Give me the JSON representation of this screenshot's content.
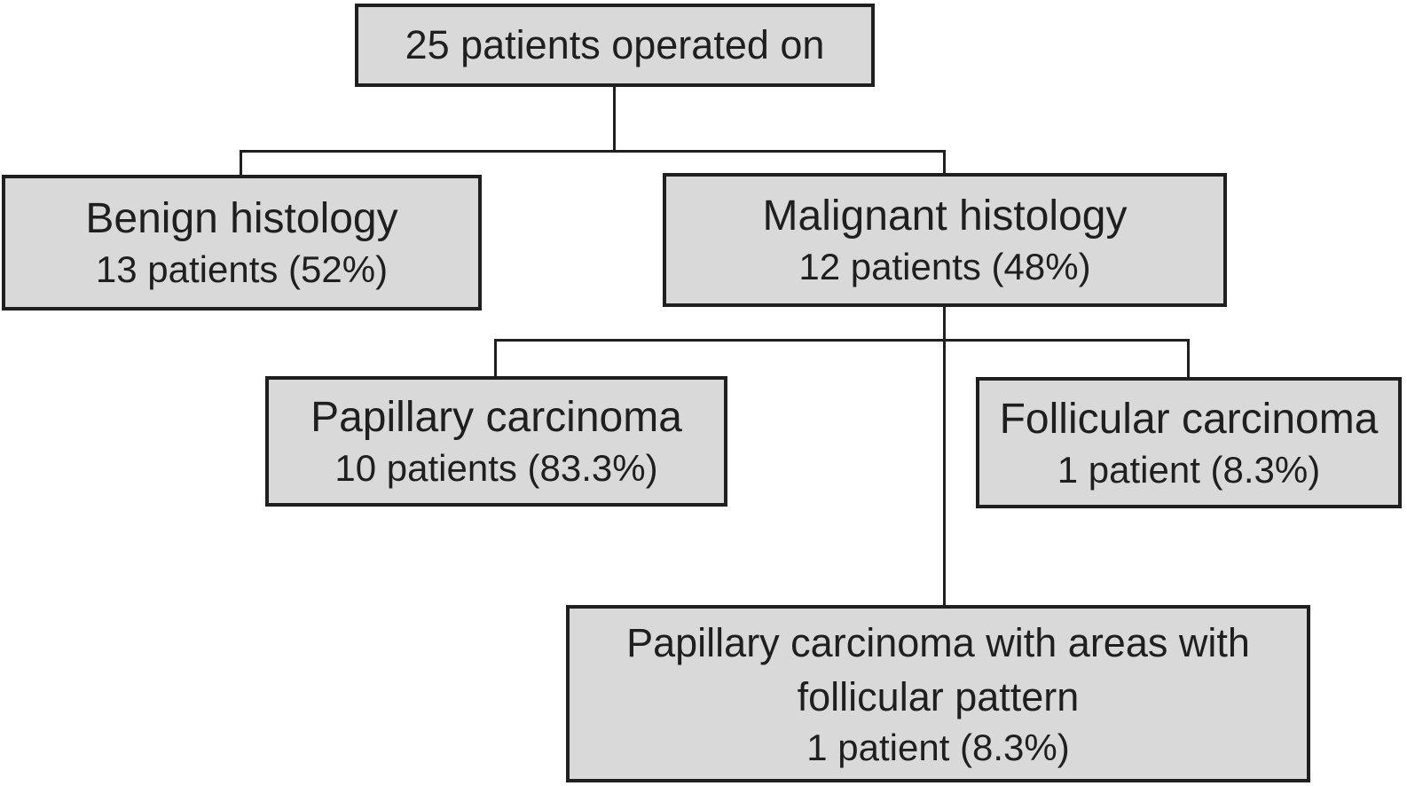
{
  "diagram": {
    "type": "flowchart",
    "colors": {
      "page_bg": "#ffffff",
      "box_fill": "#d9d9d9",
      "box_border": "#1f1f1f",
      "line": "#1f1f1f",
      "text": "#1f1f1f"
    },
    "nodes": {
      "root": {
        "title": "25 patients operated on"
      },
      "benign": {
        "title": "Benign histology",
        "detail": "13 patients (52%)"
      },
      "malignant": {
        "title": "Malignant histology",
        "detail": "12 patients (48%)"
      },
      "papillary": {
        "title": "Papillary carcinoma",
        "detail": "10 patients (83.3%)"
      },
      "follicular": {
        "title": "Follicular carcinoma",
        "detail": "1 patient (8.3%)"
      },
      "papillary_follicular_pattern": {
        "title": "Papillary carcinoma with areas with follicular pattern",
        "detail": "1 patient (8.3%)"
      }
    },
    "edges": [
      {
        "from": "root",
        "to": "benign"
      },
      {
        "from": "root",
        "to": "malignant"
      },
      {
        "from": "malignant",
        "to": "papillary"
      },
      {
        "from": "malignant",
        "to": "follicular"
      },
      {
        "from": "malignant",
        "to": "papillary_follicular_pattern"
      }
    ]
  }
}
